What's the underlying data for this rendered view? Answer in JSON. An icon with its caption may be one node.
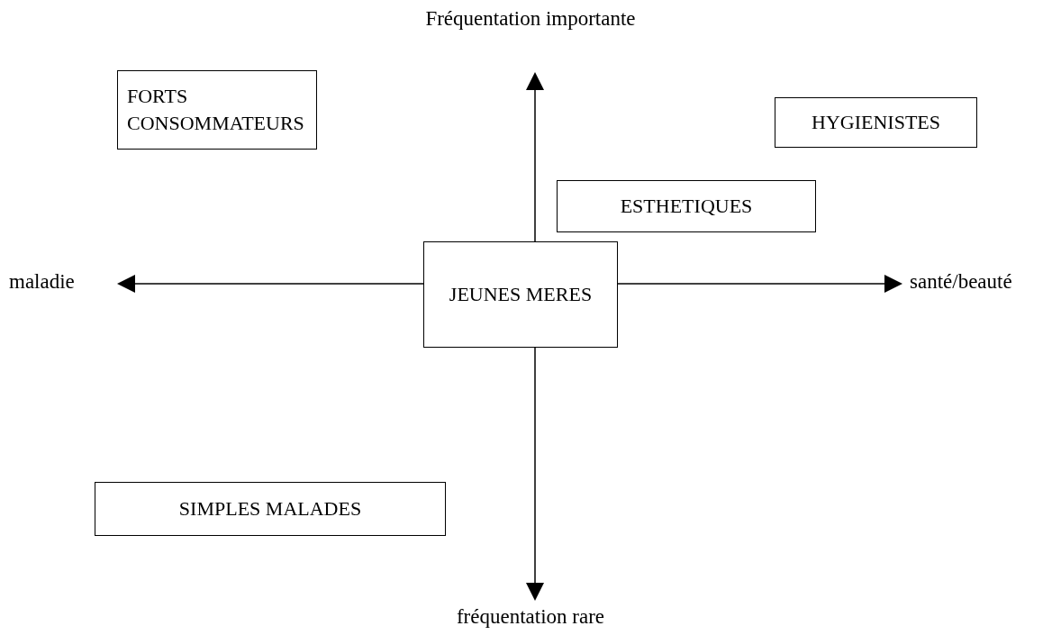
{
  "diagram": {
    "nodes": [
      {
        "text": [
          "FORTS CONSOMMATEURS"
        ]
      },
      {
        "text": [
          "HYGIENISTES"
        ]
      },
      {
        "text": [
          "ESTHETIQUES"
        ]
      },
      {
        "text": [
          "JEUNES MERES"
        ]
      },
      {
        "text": [
          "SIMPLES MALADES"
        ]
      }
    ],
    "labels": [
      "Fréquentation importante",
      "maladie",
      "santé/beauté",
      "fréquentation rare"
    ]
  }
}
